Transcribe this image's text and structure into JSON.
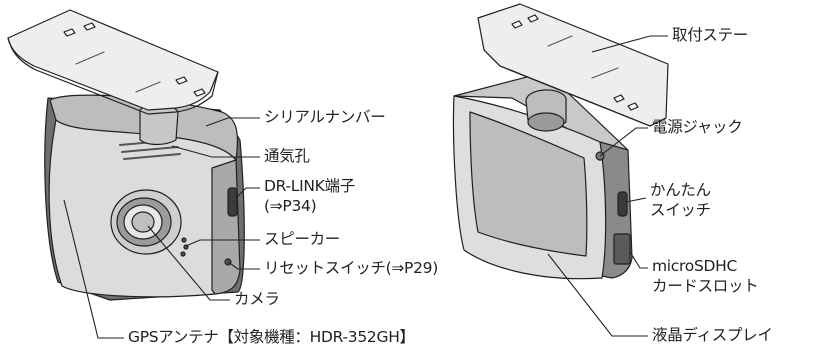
{
  "diagram": {
    "left_labels": {
      "serial_number": "シリアルナンバー",
      "vent": "通気孔",
      "drlink_line1": "DR-LINK端子",
      "drlink_line2": "(⇒P34)",
      "speaker": "スピーカー",
      "reset_switch": "リセットスイッチ(⇒P29)",
      "camera": "カメラ",
      "gps_antenna": "GPSアンテナ【対象機種：HDR-352GH】"
    },
    "right_labels": {
      "mount_stay": "取付ステー",
      "power_jack": "電源ジャック",
      "easy_switch_line1": "かんたん",
      "easy_switch_line2": "スイッチ",
      "sd_slot_line1": "microSDHC",
      "sd_slot_line2": "カードスロット",
      "lcd_display": "液晶ディスプレイ"
    },
    "colors": {
      "line": "#231f20",
      "body_gray": "#d9d9d9",
      "dark_gray": "#8c8c8c",
      "shadow": "#5a5a5a"
    }
  }
}
